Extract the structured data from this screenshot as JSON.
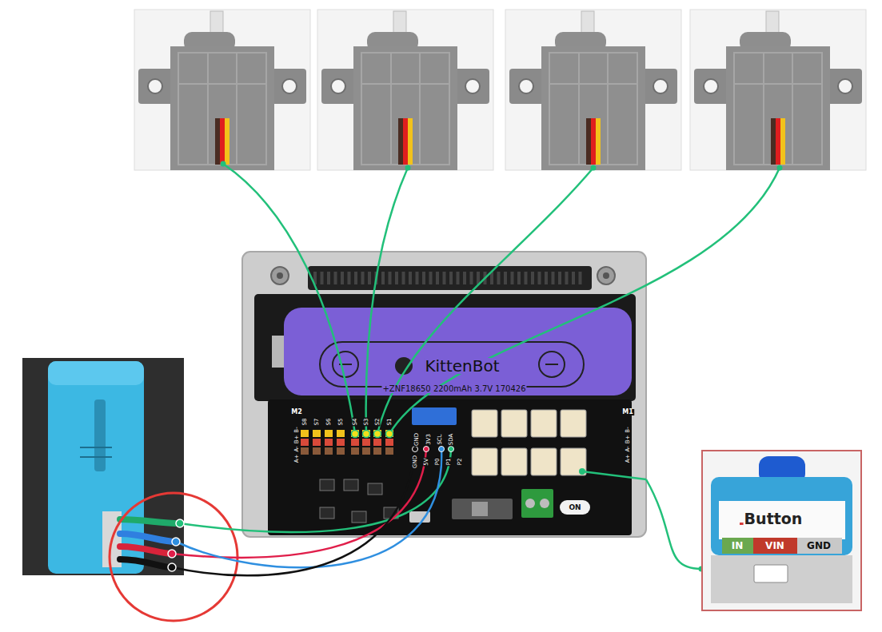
{
  "diagram": {
    "nodes": [
      {
        "text": [
          "M2",
          "B-",
          "B+",
          "A-",
          "A+",
          "S8",
          "S7",
          "S6",
          "S5",
          "S4",
          "S3",
          "S2",
          "S1",
          "GND",
          "3V3",
          "SCL",
          "SDA",
          "GND",
          "5V",
          "P0",
          "P1",
          "P2",
          "M1",
          "B-",
          "B+",
          "A-",
          "A+",
          "ON"
        ]
      },
      {
        "text": [
          "KittenBot",
          "+ZNF18650 2200mAh 3.7V 170426"
        ],
        "in": 0
      },
      {
        "text": [
          "Button",
          "IN",
          "VIN",
          "GND"
        ]
      }
    ],
    "edges": [
      {
        "from": 0,
        "to": 2,
        "arrow": "none"
      }
    ]
  }
}
